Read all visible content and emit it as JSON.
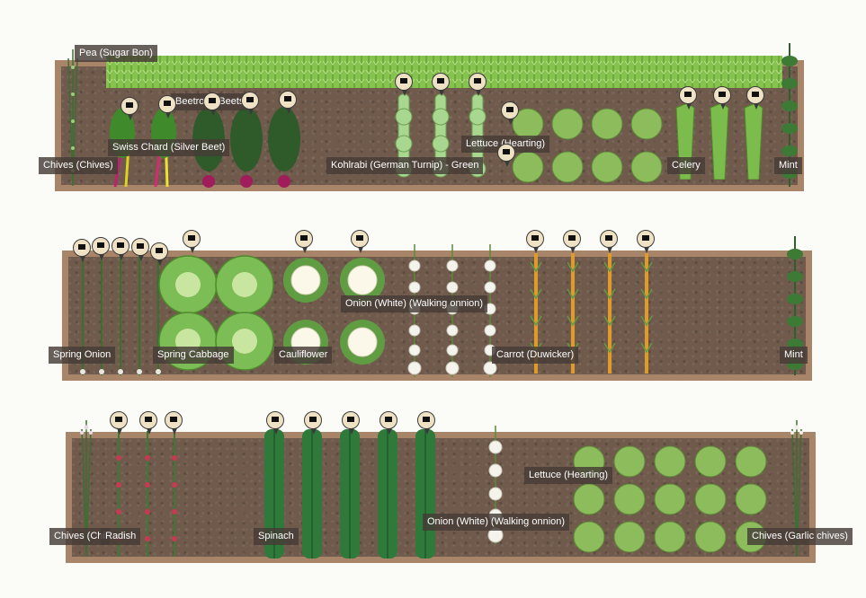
{
  "beds": [
    {
      "id": "bed-1",
      "labels": [
        "Pea (Sugar Bon)",
        "Beetroot (Beets)",
        "Swiss Chard (Silver Beet)",
        "Chives (Chives)",
        "Kohlrabi (German Turnip) - Green",
        "Lettuce (Hearting)",
        "Celery",
        "Mint"
      ]
    },
    {
      "id": "bed-2",
      "labels": [
        "Onion (White) (Walking onnion)",
        "Spring Onion",
        "Spring Cabbage",
        "Cauliflower",
        "Carrot (Duwicker)",
        "Mint"
      ]
    },
    {
      "id": "bed-3",
      "labels": [
        "Lettuce (Hearting)",
        "Onion (White) (Walking onnion)",
        "Chives (Chi",
        "Radish",
        "Spinach",
        "Chives (Garlic chives)"
      ]
    }
  ],
  "colors": {
    "soil": "#6f5a4c",
    "border": "#a88468",
    "label_bg": "#463c37",
    "marker": "#efe2c4"
  }
}
